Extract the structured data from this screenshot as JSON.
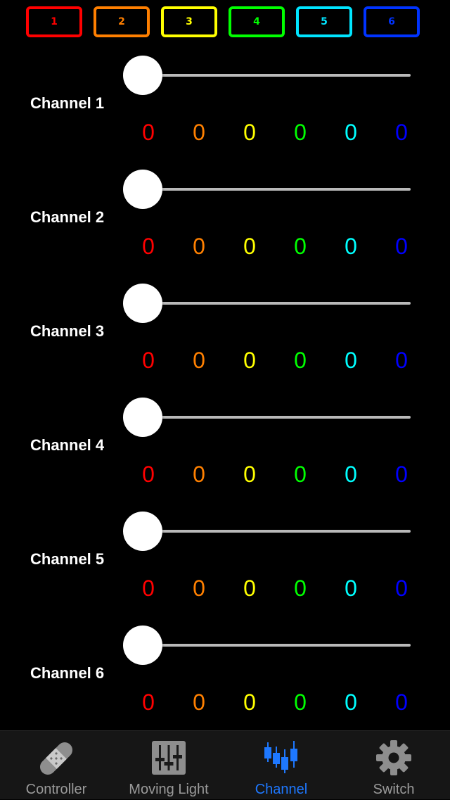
{
  "group_buttons": [
    {
      "label": "1",
      "color": "#ff0000"
    },
    {
      "label": "2",
      "color": "#ff7f00"
    },
    {
      "label": "3",
      "color": "#ffff00"
    },
    {
      "label": "4",
      "color": "#00ff00"
    },
    {
      "label": "5",
      "color": "#00e5ff"
    },
    {
      "label": "6",
      "color": "#0033ff"
    }
  ],
  "value_colors": [
    "#ff0000",
    "#ff8000",
    "#ffff00",
    "#00ff00",
    "#00ffff",
    "#0000ff"
  ],
  "channels": [
    {
      "label": "Channel 1",
      "slider_value": 0,
      "values": [
        "0",
        "0",
        "0",
        "0",
        "0",
        "0"
      ]
    },
    {
      "label": "Channel 2",
      "slider_value": 0,
      "values": [
        "0",
        "0",
        "0",
        "0",
        "0",
        "0"
      ]
    },
    {
      "label": "Channel 3",
      "slider_value": 0,
      "values": [
        "0",
        "0",
        "0",
        "0",
        "0",
        "0"
      ]
    },
    {
      "label": "Channel 4",
      "slider_value": 0,
      "values": [
        "0",
        "0",
        "0",
        "0",
        "0",
        "0"
      ]
    },
    {
      "label": "Channel 5",
      "slider_value": 0,
      "values": [
        "0",
        "0",
        "0",
        "0",
        "0",
        "0"
      ]
    },
    {
      "label": "Channel 6",
      "slider_value": 0,
      "values": [
        "0",
        "0",
        "0",
        "0",
        "0",
        "0"
      ]
    }
  ],
  "tabbar": {
    "active": 2,
    "active_color": "#1e78ff",
    "inactive_color": "#9a9a9a",
    "items": [
      {
        "label": "Controller",
        "icon": "bandage-icon"
      },
      {
        "label": "Moving Light",
        "icon": "mixer-sliders-icon"
      },
      {
        "label": "Channel",
        "icon": "candlestick-chart-icon"
      },
      {
        "label": "Switch",
        "icon": "gear-icon"
      }
    ]
  }
}
